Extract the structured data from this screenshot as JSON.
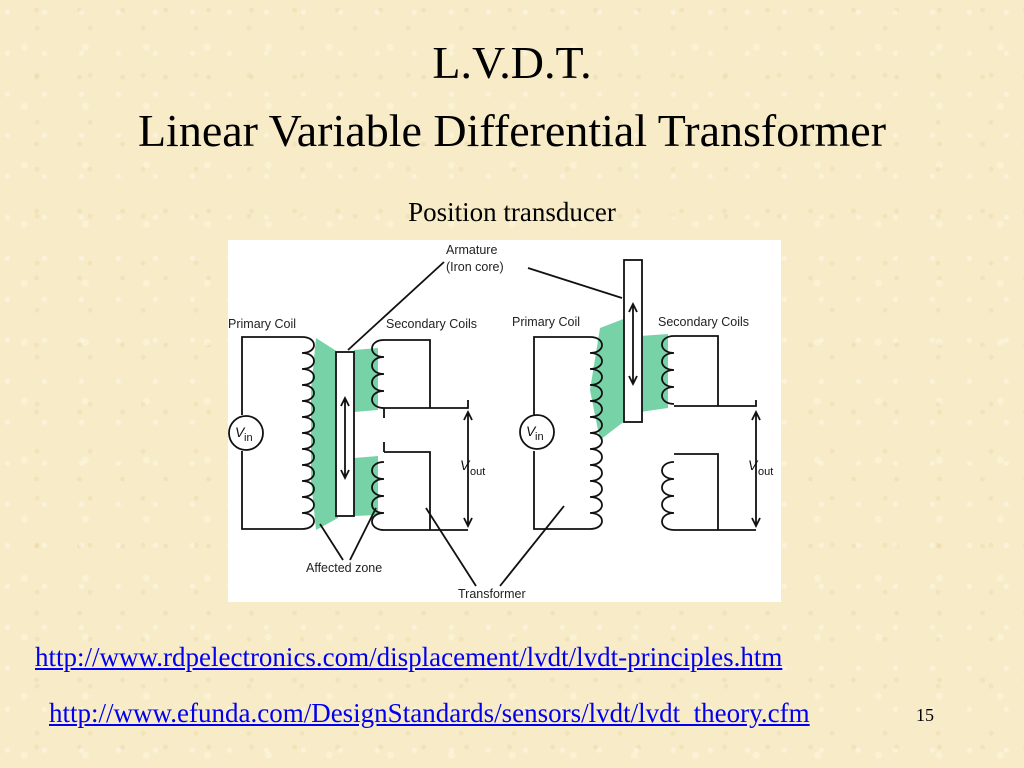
{
  "slide": {
    "title_line1": "L.V.D.T.",
    "title_line2": "Linear Variable Differential Transformer",
    "subtitle": "Position transducer",
    "page_number": "15"
  },
  "diagram": {
    "labels": {
      "armature_line1": "Armature",
      "armature_line2": "(Iron core)",
      "primary_coil_left": "Primary Coil",
      "secondary_coils_left": "Secondary Coils",
      "primary_coil_right": "Primary Coil",
      "secondary_coils_right": "Secondary Coils",
      "affected_zone": "Affected zone",
      "transformer": "Transformer",
      "vin_main": "V",
      "vin_sub": "in",
      "vout_main": "V",
      "vout_sub": "out"
    },
    "colors": {
      "affected_zone": "#78d2a8",
      "wire": "#111111"
    }
  },
  "links": [
    "http://www.rdpelectronics.com/displacement/lvdt/lvdt-principles.htm",
    "http://www.efunda.com/DesignStandards/sensors/lvdt/lvdt_theory.cfm"
  ]
}
